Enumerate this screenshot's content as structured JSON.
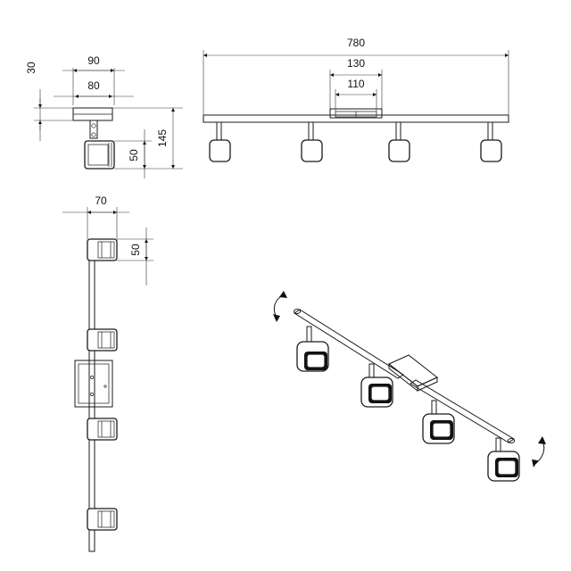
{
  "drawing": {
    "colors": {
      "line": "#1a1a1a",
      "background": "#ffffff"
    },
    "side_view": {
      "dims": {
        "width_outer": "90",
        "width_inner": "80",
        "plate_thickness": "30",
        "head_height": "50",
        "total_height": "145"
      }
    },
    "front_view": {
      "dims": {
        "length": "780",
        "canopy_outer": "130",
        "canopy_inner": "110"
      },
      "heads": 4
    },
    "top_view": {
      "dims": {
        "head_depth": "70",
        "head_width": "50"
      },
      "heads": 4
    },
    "iso_view": {
      "heads": 4,
      "rotation_icons": [
        "rotate-arrow-icon",
        "rotate-arrow-icon"
      ]
    }
  }
}
